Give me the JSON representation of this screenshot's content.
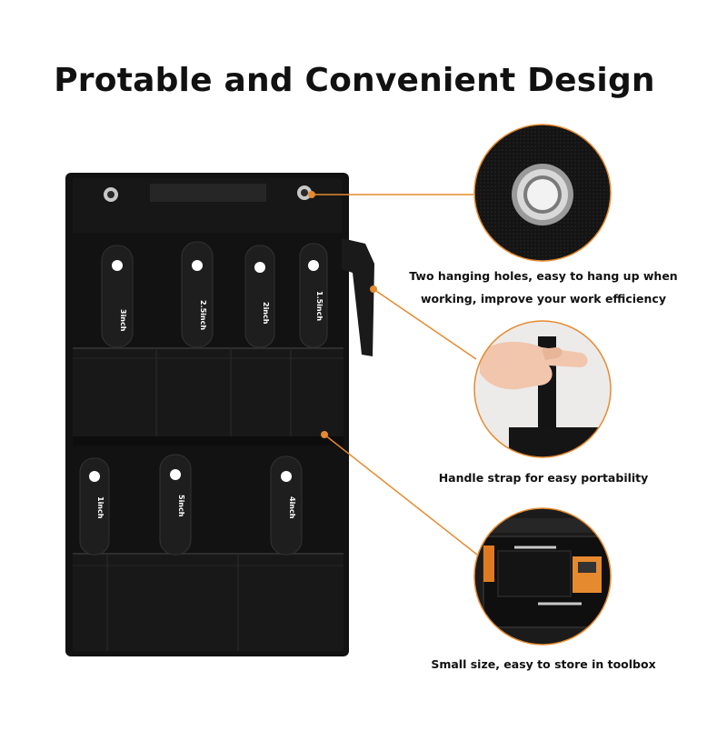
{
  "title": "Protable and Convenient Design",
  "features": [
    {
      "line1": "Two hanging holes, easy to hang up when",
      "line2": "working, improve your work efficiency"
    },
    {
      "line1": "Handle strap for easy portability"
    },
    {
      "line1": "Small size, easy to store in toolbox"
    }
  ],
  "tool_labels": [
    "3inch",
    "2.5inch",
    "2inch",
    "1.5inch",
    "1inch",
    "5inch",
    "4inch"
  ],
  "colors": {
    "accent": "#e58a2e",
    "pouch": "#121212",
    "handle": "#1c1c1c"
  }
}
